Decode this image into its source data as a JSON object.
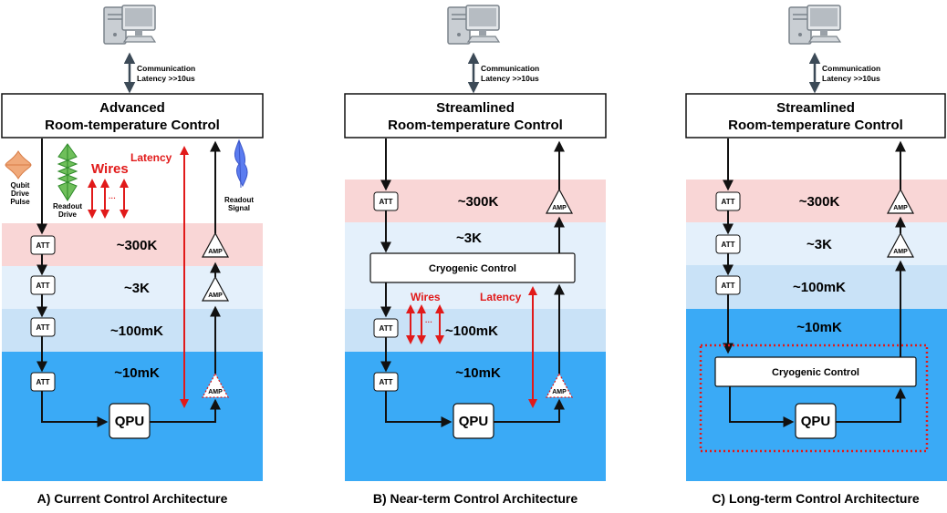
{
  "colors": {
    "band_300k": "#f9d6d6",
    "band_3k": "#e4f0fb",
    "band_100mk": "#c9e2f7",
    "band_10mk": "#3aaaf6",
    "red": "#e11a1a",
    "arrow": "#111111"
  },
  "icons": {
    "computer": "desktop-computer-icon",
    "qubit_pulse": "qubit-drive-pulse-icon",
    "readout_drive": "readout-drive-waveform-icon",
    "readout_signal": "readout-signal-waveform-icon"
  },
  "comm_line1": "Communication",
  "comm_line2": "Latency >>10us",
  "labels": {
    "att": "ATT",
    "amp": "AMP",
    "qpu": "QPU",
    "dots": "···",
    "wires": "Wires",
    "latency": "Latency",
    "cryo": "Cryogenic Control"
  },
  "temps": {
    "t300k": "~300K",
    "t3k": "~3K",
    "t100mk": "~100mK",
    "t10mk": "~10mK"
  },
  "panelA": {
    "title_line1": "Advanced",
    "title_line2": "Room-temperature Control",
    "qubit_line1": "Qubit",
    "qubit_line2": "Drive",
    "qubit_line3": "Pulse",
    "readout_drive_line1": "Readout",
    "readout_drive_line2": "Drive",
    "readout_signal_line1": "Readout",
    "readout_signal_line2": "Signal",
    "caption": "A) Current Control Architecture"
  },
  "panelB": {
    "title_line1": "Streamlined",
    "title_line2": "Room-temperature Control",
    "caption": "B) Near-term Control Architecture"
  },
  "panelC": {
    "title_line1": "Streamlined",
    "title_line2": "Room-temperature Control",
    "caption": "C) Long-term Control Architecture"
  }
}
